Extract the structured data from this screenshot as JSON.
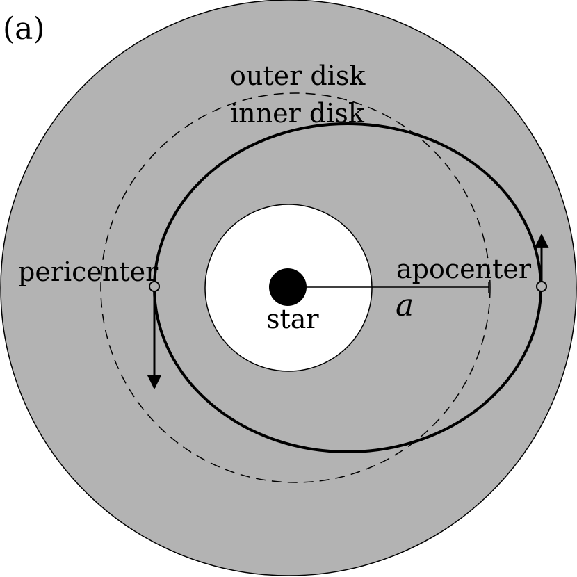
{
  "panel_label": "(a)",
  "labels": {
    "outer_disk": "outer disk",
    "inner_disk": "inner disk",
    "pericenter": "pericenter",
    "apocenter": "apocenter",
    "star": "star",
    "semi_major_axis": "a"
  },
  "colors": {
    "disk_fill": "#b3b3b3",
    "cavity_fill": "#ffffff",
    "line": "#000000"
  }
}
